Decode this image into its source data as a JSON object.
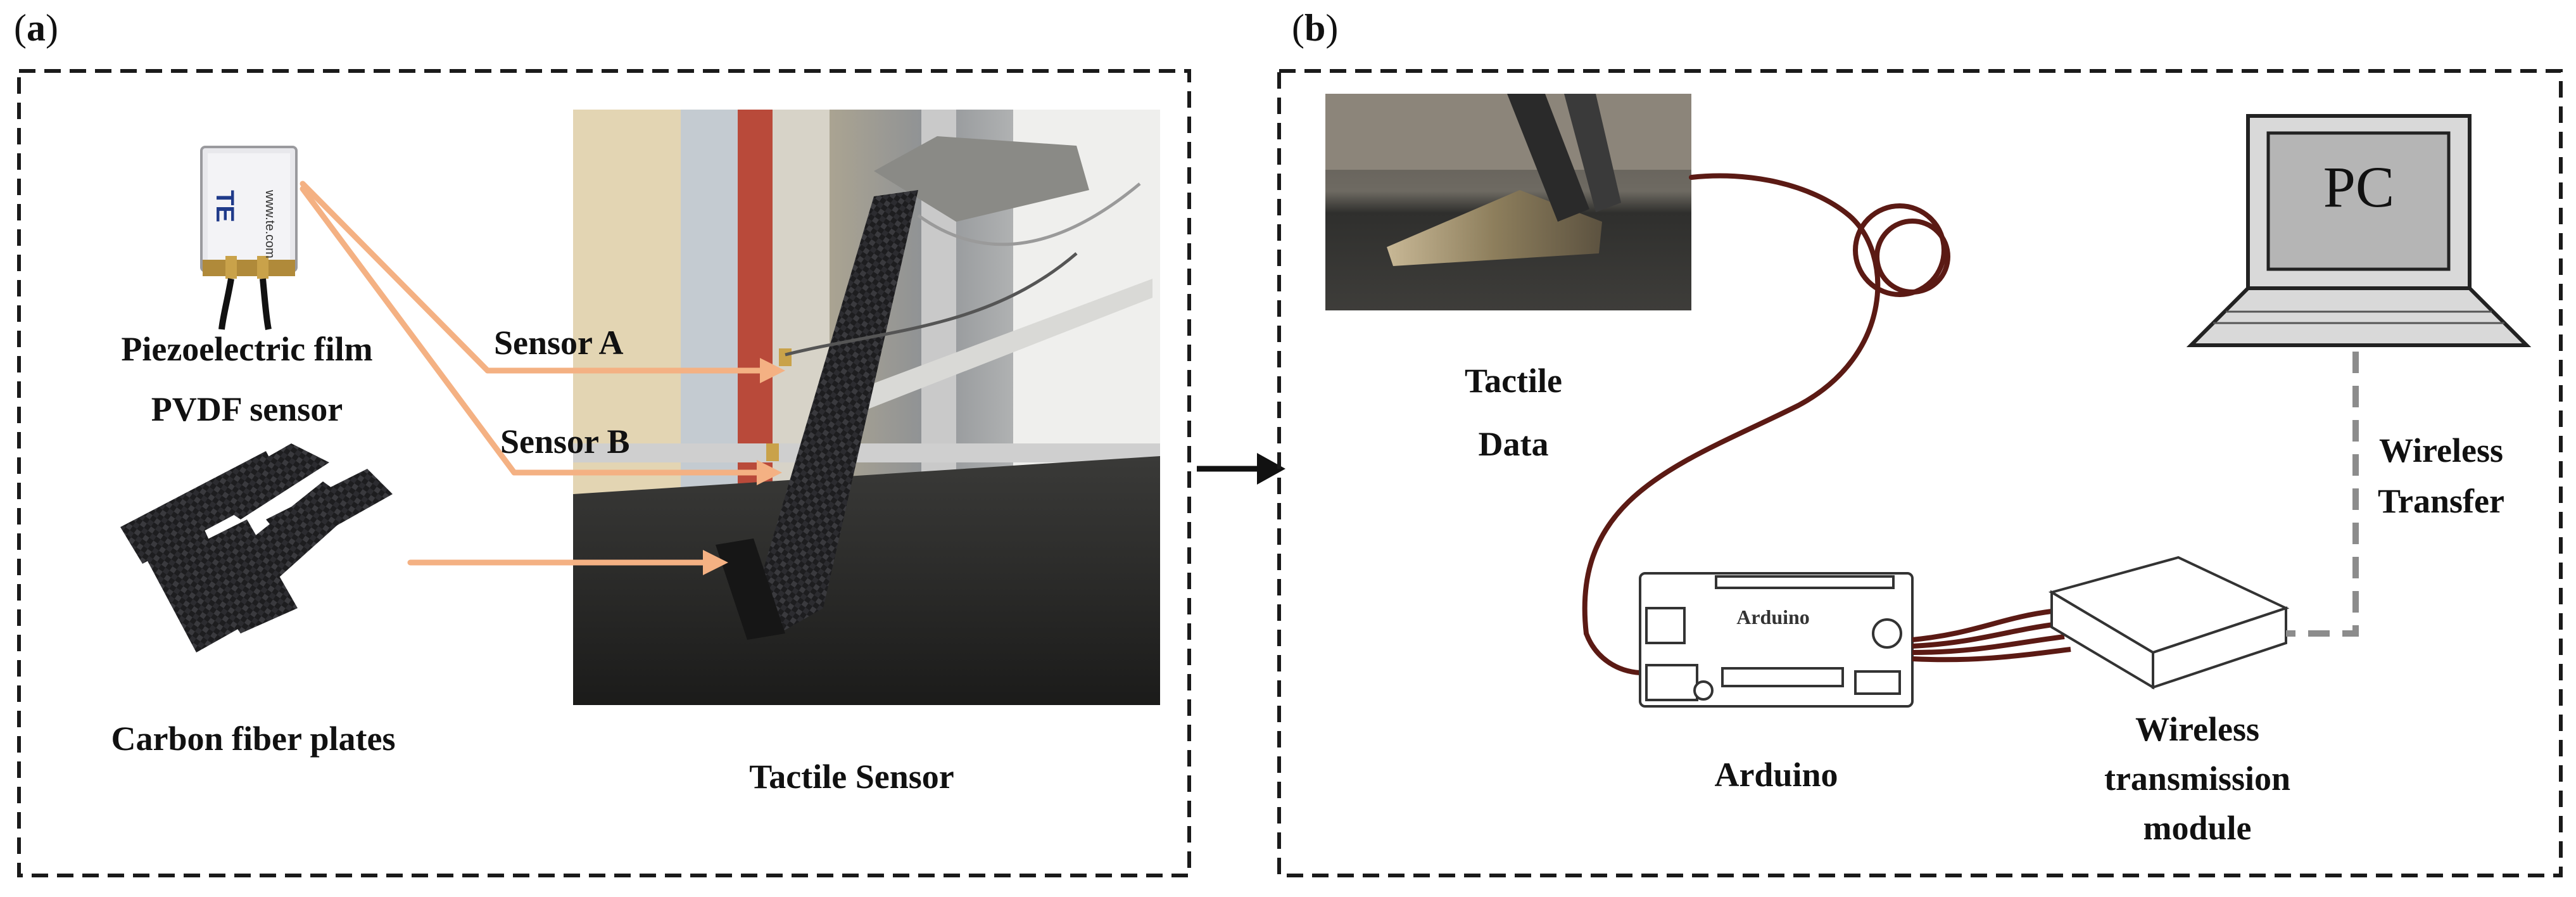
{
  "panel_a": {
    "letter": "a",
    "items": {
      "pvdf_label_line1": "Piezoelectric  film",
      "pvdf_label_line2": "PVDF sensor",
      "carbon_label": "Carbon fiber plates",
      "sensor_a": "Sensor A",
      "sensor_b": "Sensor B",
      "tactile_sensor": "Tactile Sensor",
      "chip_logo": "TE",
      "chip_url": "www.te.com"
    }
  },
  "panel_b": {
    "letter": "b",
    "items": {
      "tactile_data_line1": "Tactile",
      "tactile_data_line2": "Data",
      "pc": "PC",
      "wireless_transfer_line1": "Wireless",
      "wireless_transfer_line2": "Transfer",
      "arduino_label": "Arduino",
      "board_text": "Arduino",
      "module_line1": "Wireless",
      "module_line2": "transmission",
      "module_line3": "module"
    }
  },
  "colors": {
    "arrow_orange": "#f4b183",
    "cable_brown": "#5b1a14",
    "dashed_gray": "#8c8c8c",
    "border": "#1a1a1a"
  }
}
